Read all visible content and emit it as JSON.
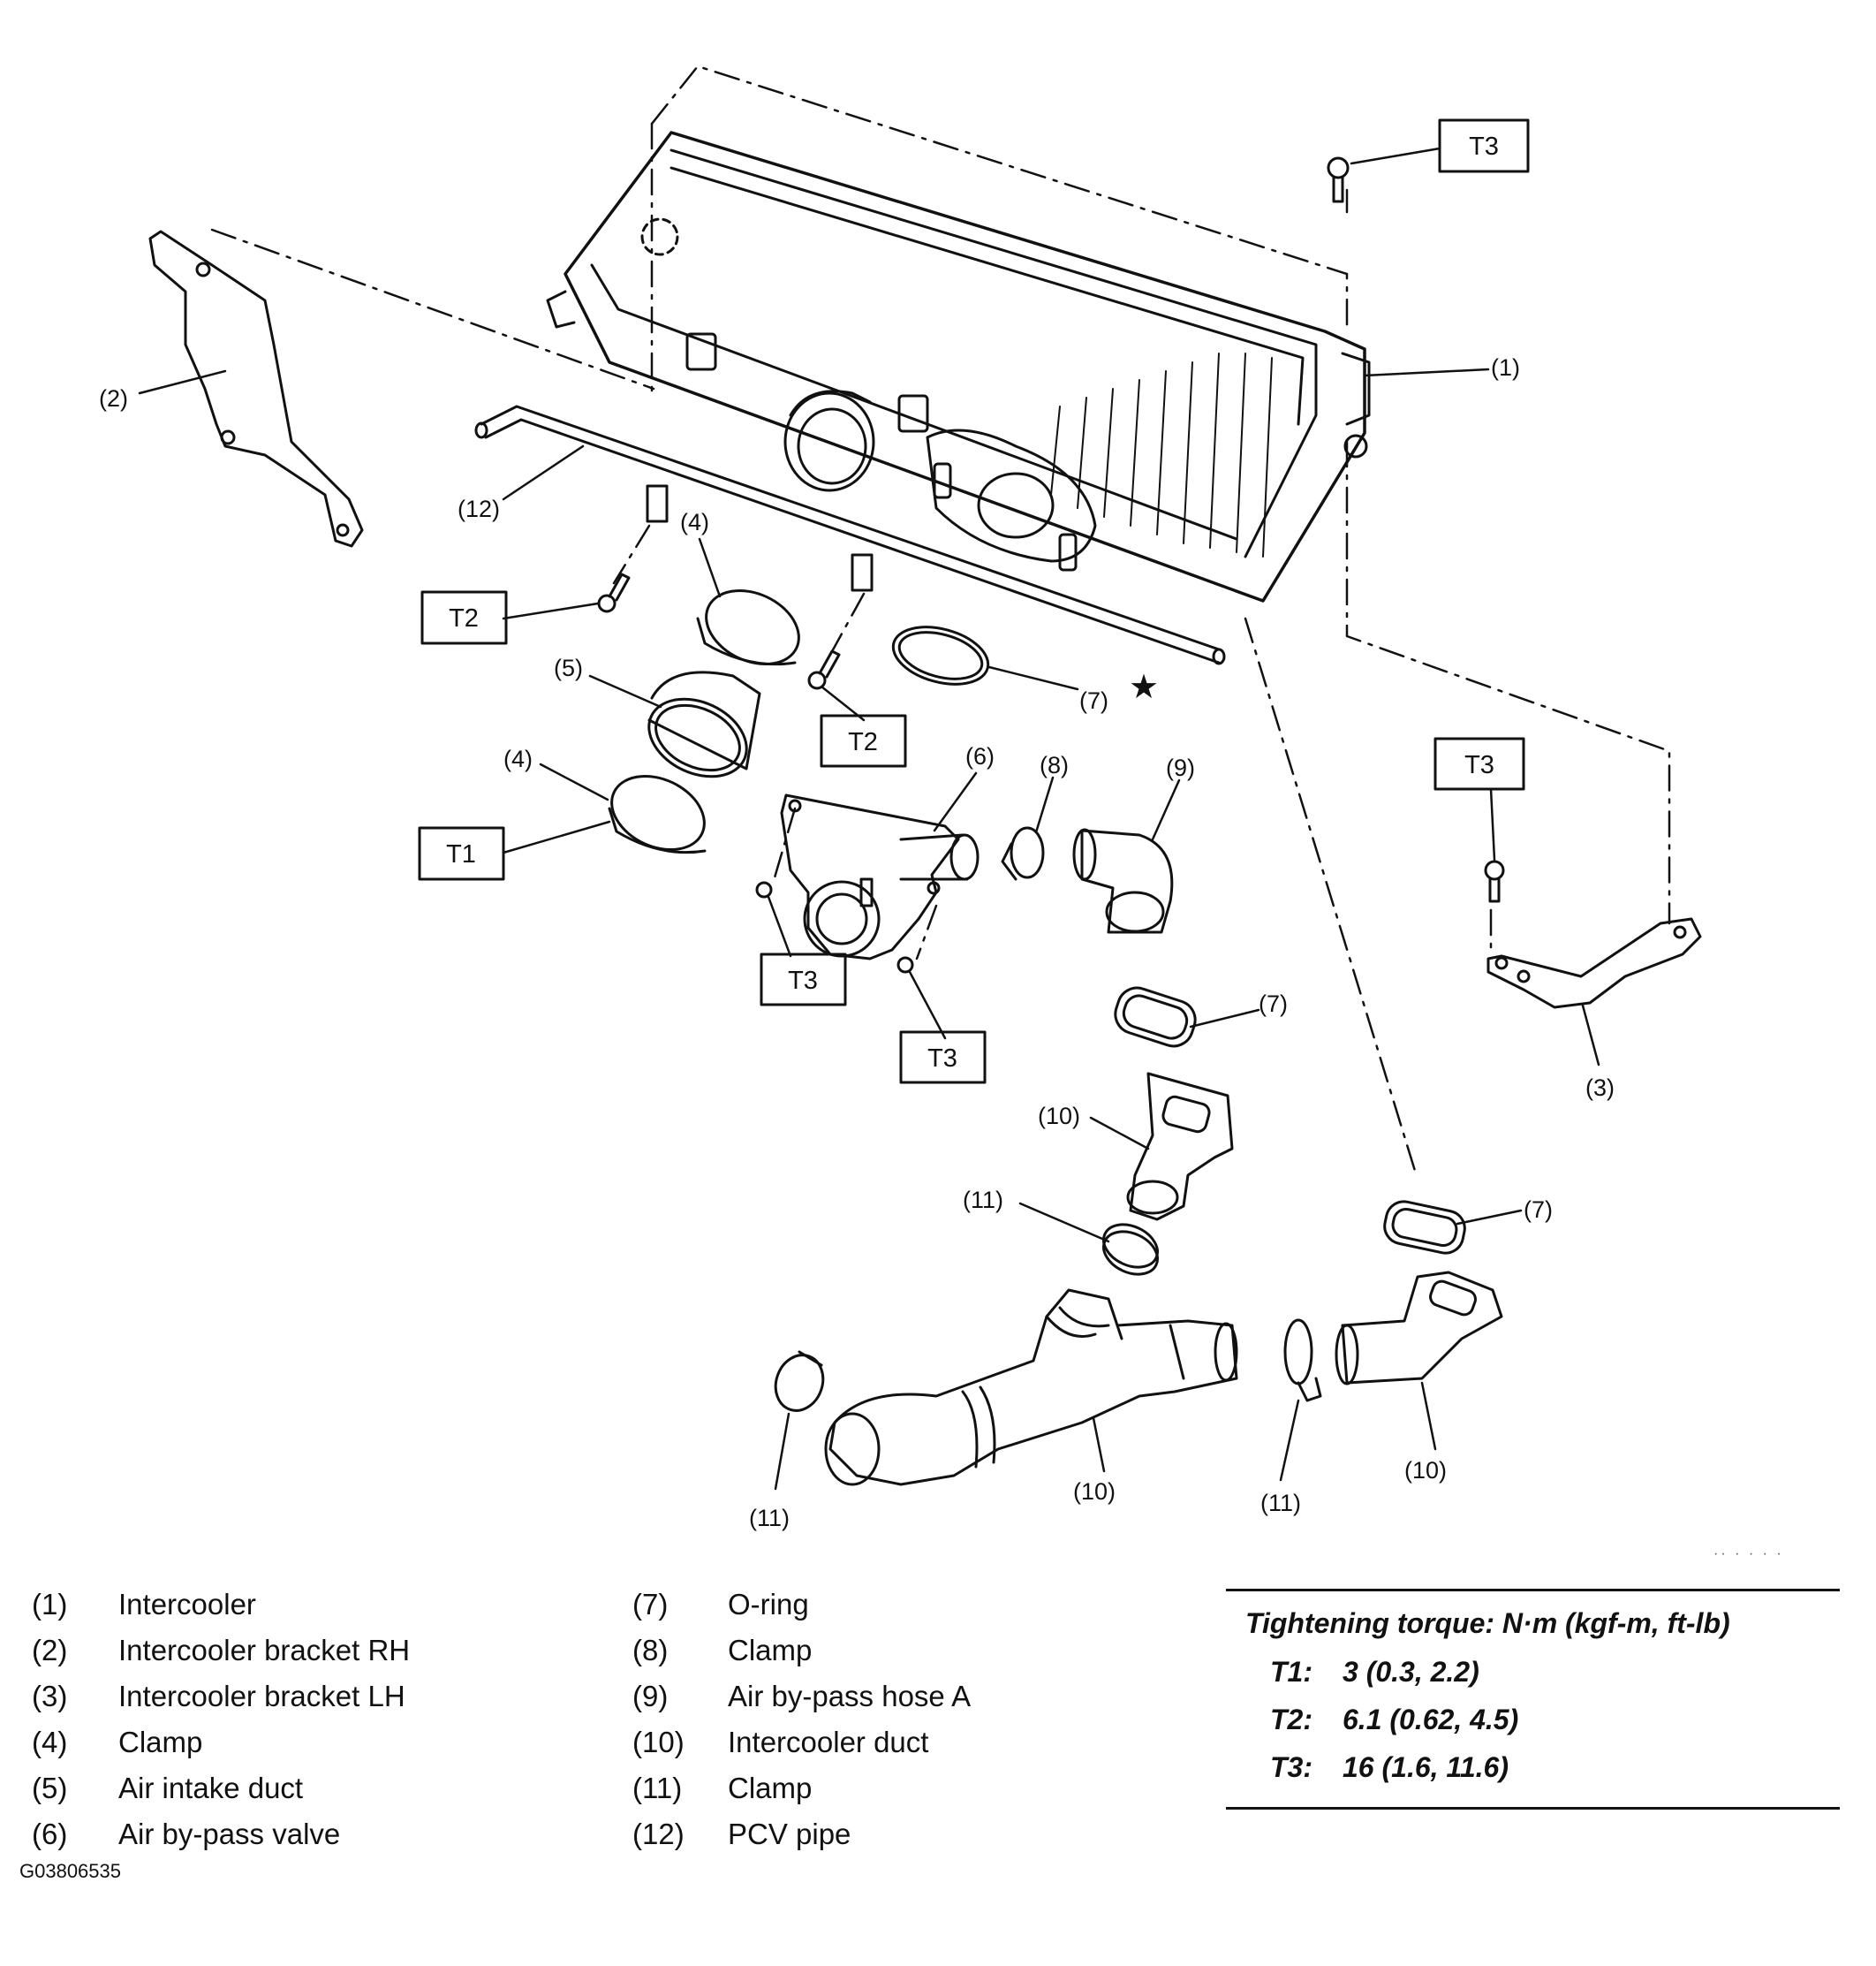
{
  "callouts": {
    "c1": "(1)",
    "c2": "(2)",
    "c3": "(3)",
    "c4a": "(4)",
    "c4b": "(4)",
    "c5": "(5)",
    "c6": "(6)",
    "c7a": "(7)",
    "c7b": "(7)",
    "c7c": "(7)",
    "c8": "(8)",
    "c9": "(9)",
    "c10a": "(10)",
    "c10b": "(10)",
    "c10c": "(10)",
    "c11a": "(11)",
    "c11b": "(11)",
    "c11c": "(11)",
    "c12": "(12)"
  },
  "torque_boxes": {
    "t3_top": "T3",
    "t2_left": "T2",
    "t2_mid": "T2",
    "t1": "T1",
    "t3_lh": "T3",
    "t3_valve_a": "T3",
    "t3_valve_b": "T3"
  },
  "legend": {
    "left": [
      {
        "num": "(1)",
        "name": "Intercooler"
      },
      {
        "num": "(2)",
        "name": "Intercooler bracket RH"
      },
      {
        "num": "(3)",
        "name": "Intercooler bracket LH"
      },
      {
        "num": "(4)",
        "name": "Clamp"
      },
      {
        "num": "(5)",
        "name": "Air intake duct"
      },
      {
        "num": "(6)",
        "name": "Air by-pass valve"
      }
    ],
    "right": [
      {
        "num": "(7)",
        "name": "O-ring"
      },
      {
        "num": "(8)",
        "name": "Clamp"
      },
      {
        "num": "(9)",
        "name": "Air by-pass hose A"
      },
      {
        "num": "(10)",
        "name": "Intercooler duct"
      },
      {
        "num": "(11)",
        "name": "Clamp"
      },
      {
        "num": "(12)",
        "name": "PCV pipe"
      }
    ]
  },
  "torque": {
    "title": "Tightening torque: N·m (kgf-m, ft-lb)",
    "rows": [
      {
        "key": "T1:",
        "value": "3 (0.3, 2.2)"
      },
      {
        "key": "T2:",
        "value": "6.1 (0.62, 4.5)"
      },
      {
        "key": "T3:",
        "value": "16 (1.6, 11.6)"
      }
    ]
  },
  "figure_code": "G03806535"
}
